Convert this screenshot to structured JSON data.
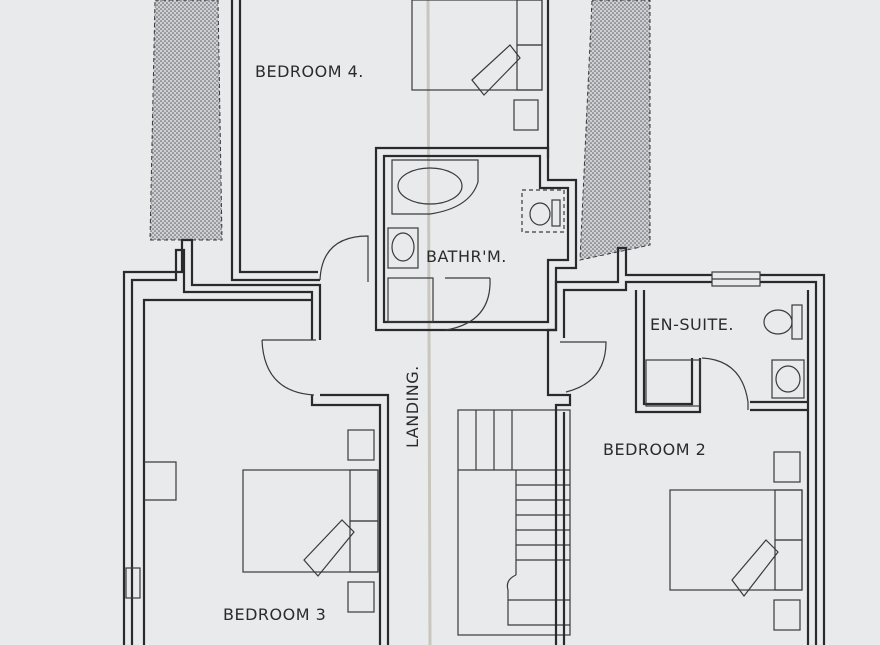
{
  "rooms": {
    "bedroom4": "BEDROOM 4.",
    "bathroom": "BATHR'M.",
    "ensuite": "EN-SUITE.",
    "bedroom2": "BEDROOM 2",
    "bedroom3": "BEDROOM 3",
    "landing": "LANDING."
  },
  "colors": {
    "paper": "#e9eaec",
    "ink": "#2a2a2e",
    "fold": "#c9c6bd"
  }
}
